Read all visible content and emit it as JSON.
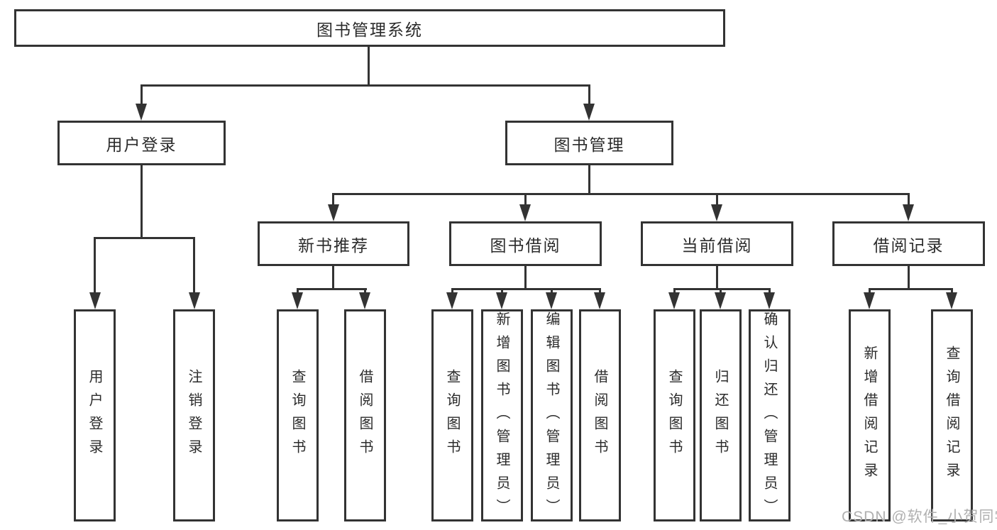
{
  "diagram": {
    "root": {
      "label": "图书管理系统"
    },
    "level2": [
      {
        "label": "用户登录"
      },
      {
        "label": "图书管理"
      }
    ],
    "level3": [
      {
        "label": "新书推荐"
      },
      {
        "label": "图书借阅"
      },
      {
        "label": "当前借阅"
      },
      {
        "label": "借阅记录"
      }
    ],
    "leaves": [
      {
        "label": "用户登录"
      },
      {
        "label": "注销登录"
      },
      {
        "label": "查询图书"
      },
      {
        "label": "借阅图书"
      },
      {
        "label": "查询图书"
      },
      {
        "label": "新增图书（管理员）"
      },
      {
        "label": "编辑图书（管理员）"
      },
      {
        "label": "借阅图书"
      },
      {
        "label": "查询图书"
      },
      {
        "label": "归还图书"
      },
      {
        "label": "确认归还（管理员）"
      },
      {
        "label": "新增借阅记录"
      },
      {
        "label": "查询借阅记录"
      }
    ]
  },
  "watermark": {
    "text": "CSDN @软件_小贺同学"
  },
  "colors": {
    "line": "#333333",
    "text": "#2b2b2b",
    "background": "#ffffff",
    "watermark": "#b0b0b0"
  }
}
